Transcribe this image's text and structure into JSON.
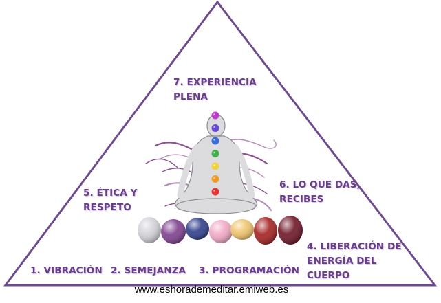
{
  "colors": {
    "principle_text": "#6a3d8f",
    "triangle_stroke": "#6f4a92",
    "website_text": "#000000",
    "figure_fill": "#dcdcde",
    "figure_stroke": "#8a8a90",
    "swirl": "#7a2f7e"
  },
  "principles": [
    {
      "id": "1",
      "text": "1. VIBRACIÓN"
    },
    {
      "id": "2",
      "text": "2. SEMEJANZA"
    },
    {
      "id": "3",
      "text": "3. PROGRAMACIÓN"
    },
    {
      "id": "4",
      "text": "4. LIBERACIÓN DE\nENERGÍA DEL\nCUERPO"
    },
    {
      "id": "5",
      "text": "5. ÉTICA Y\nRESPETO"
    },
    {
      "id": "6",
      "text": "6. LO QUE DAS,\nRECIBES"
    },
    {
      "id": "7",
      "text": "7. EXPERIENCIA\nPLENA"
    }
  ],
  "illustration": {
    "figure": "meditating-figure",
    "chakra_colors": [
      "#c03cd0",
      "#6a4bd8",
      "#3a6fd9",
      "#3fb24a",
      "#f2d23a",
      "#f39a22",
      "#e2352f"
    ],
    "stones": [
      {
        "name": "clear-quartz",
        "color": "#d2d2d8"
      },
      {
        "name": "amethyst",
        "color": "#7d3e8e"
      },
      {
        "name": "sapphire",
        "color": "#2d3d8a"
      },
      {
        "name": "rose-quartz",
        "color": "#f1a8c4"
      },
      {
        "name": "citrine",
        "color": "#f0c46b"
      },
      {
        "name": "carnelian",
        "color": "#a4201f"
      },
      {
        "name": "garnet",
        "color": "#6e1424"
      }
    ]
  },
  "footer": {
    "website": "www.eshorademeditar.emiweb.es"
  }
}
